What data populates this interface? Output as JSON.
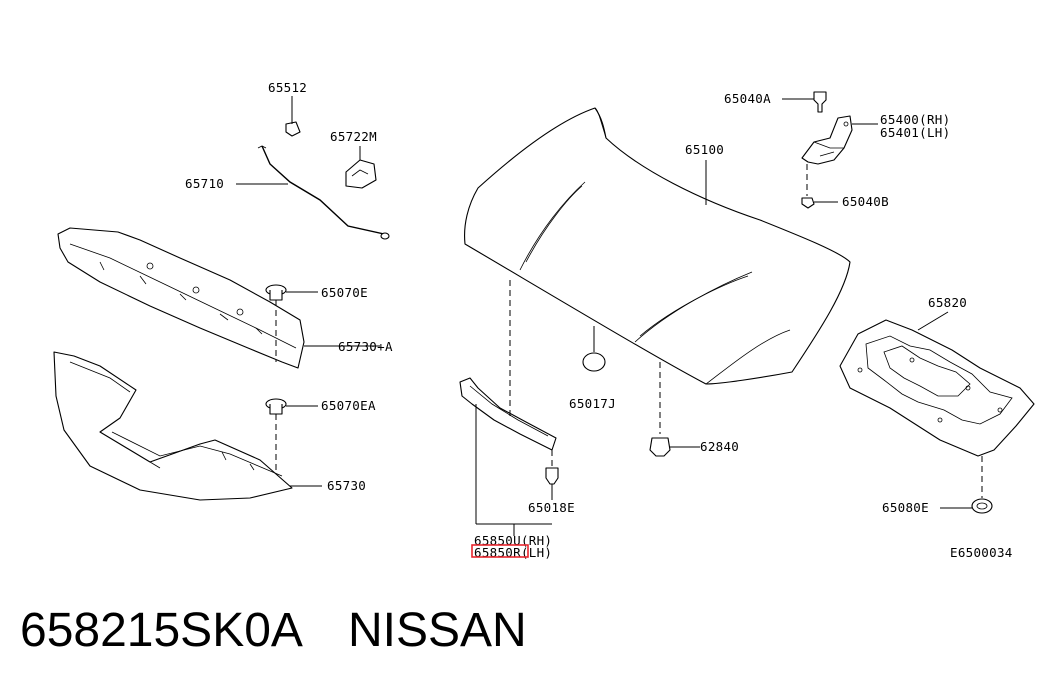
{
  "labels": {
    "l65512": "65512",
    "l65722m": "65722M",
    "l65710": "65710",
    "l65070e": "65070E",
    "l65730a": "65730+A",
    "l65070ea": "65070EA",
    "l65730": "65730",
    "l65040a": "65040A",
    "l65400": "65400(RH)",
    "l65401": "65401(LH)",
    "l65100": "65100",
    "l65040b": "65040B",
    "l65820": "65820",
    "l65017j": "65017J",
    "l62840": "62840",
    "l65018e": "65018E",
    "l65850u": "65850U(RH)",
    "l65850r": "65850R(LH)",
    "l65080e": "65080E",
    "ref": "E6500034"
  },
  "footer": {
    "part_number": "658215SK0A",
    "brand": "NISSAN"
  },
  "colors": {
    "line": "#000000",
    "highlight": "#e8262e"
  }
}
